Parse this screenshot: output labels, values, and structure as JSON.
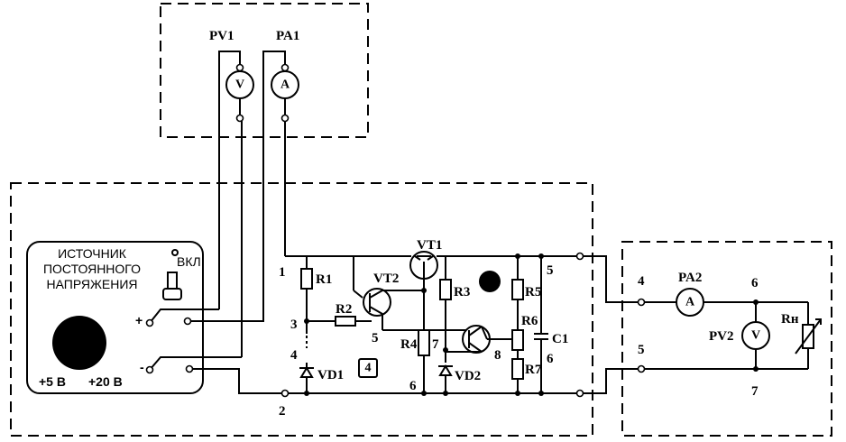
{
  "meters": {
    "pv1": {
      "label": "PV1",
      "symbol": "V"
    },
    "pa1": {
      "label": "PA1",
      "symbol": "A"
    },
    "pa2": {
      "label": "PA2",
      "symbol": "A"
    },
    "pv2": {
      "label": "PV2",
      "symbol": "V"
    }
  },
  "source": {
    "title_lines": [
      "ИСТОЧНИК",
      "ПОСТОЯННОГО",
      "НАПРЯЖЕНИЯ"
    ],
    "switch_label": "ВКЛ",
    "plus": "+",
    "minus": "-",
    "v5": "+5 В",
    "v20": "+20 В"
  },
  "components": {
    "r1": "R1",
    "r2": "R2",
    "r3": "R3",
    "r4": "R4",
    "r5": "R5",
    "r6": "R6",
    "r7": "R7",
    "c1": "C1",
    "vt1": "VT1",
    "vt2": "VT2",
    "vd1": "VD1",
    "vd2": "VD2",
    "rn": "Rн"
  },
  "nodes": {
    "n1": "1",
    "n2": "2",
    "n3": "3",
    "n4": "4",
    "n5": "5",
    "n6": "6",
    "n7": "7",
    "n8": "8",
    "n5b": "5",
    "n6b": "6",
    "load4": "4",
    "load5": "5",
    "load6": "6",
    "load7": "7"
  },
  "board_marker": "4"
}
